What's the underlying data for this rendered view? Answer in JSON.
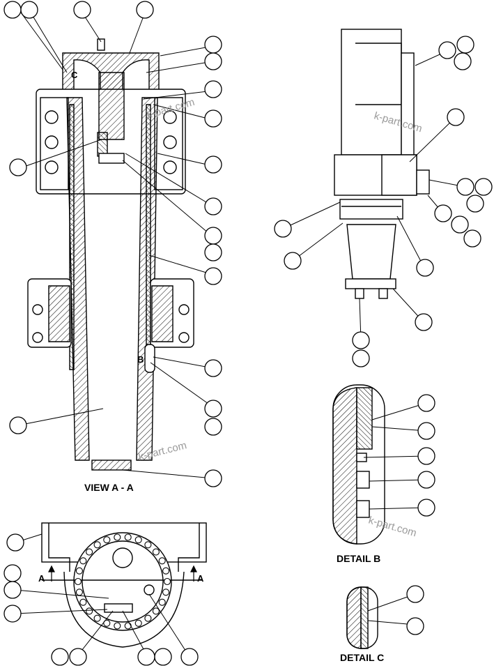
{
  "views": {
    "view_aa": "VIEW A - A",
    "detail_b": "DETAIL B",
    "detail_c": "DETAIL C"
  },
  "markers": {
    "c": "C",
    "b": "B",
    "section_left": "A",
    "section_right": "A"
  },
  "watermarks": [
    "k-part.com",
    "k-part.com",
    "k-part.com",
    "k-part.com"
  ]
}
